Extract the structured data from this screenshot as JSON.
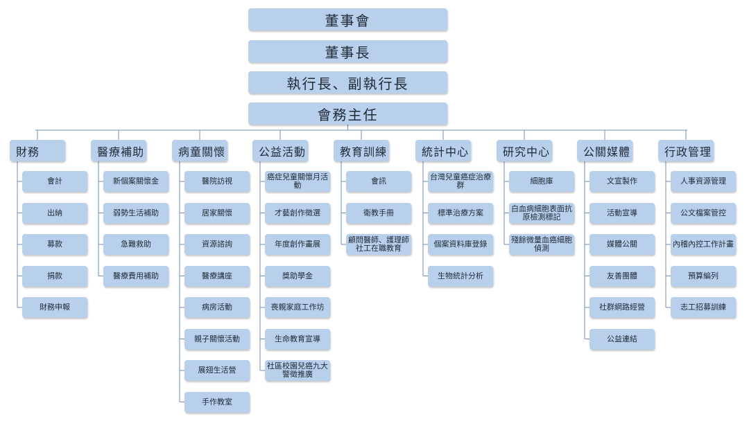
{
  "top_levels": [
    "董事會",
    "董事長",
    "執行長、副執行長",
    "會務主任"
  ],
  "departments": [
    {
      "name": "財務",
      "items": [
        "會計",
        "出納",
        "募款",
        "捐款",
        "財務申報"
      ]
    },
    {
      "name": "醫療補助",
      "items": [
        "新個案關懷金",
        "弱勢生活補助",
        "急難救助",
        "醫療費用補助"
      ]
    },
    {
      "name": "病童關懷",
      "items": [
        "醫院訪視",
        "居家關懷",
        "資源諮詢",
        "醫療講座",
        "病房活動",
        "親子關懷活動",
        "展翅生活營",
        "手作教室"
      ]
    },
    {
      "name": "公益活動",
      "items": [
        "癌症兒童關懷月活動",
        "才藝創作徵選",
        "年度創作畫展",
        "獎助學金",
        "喪親家庭工作坊",
        "生命教育宣導",
        "社區校園兒癌九大警徵推廣"
      ]
    },
    {
      "name": "教育訓練",
      "items": [
        "會訊",
        "衛教手冊",
        "顧問醫師、護理師社工在職教育"
      ]
    },
    {
      "name": "統計中心",
      "items": [
        "台灣兒童癌症治療群",
        "標準治療方案",
        "個案資料庫登錄",
        "生物統計分析"
      ]
    },
    {
      "name": "研究中心",
      "items": [
        "細胞庫",
        "白血病細胞表面抗原檢測標記",
        "殘餘微量血癌細胞偵測"
      ]
    },
    {
      "name": "公關媒體",
      "items": [
        "文宣製作",
        "活動宣導",
        "媒體公關",
        "友善團體",
        "社群網路經營",
        "公益連結"
      ]
    },
    {
      "name": "行政管理",
      "items": [
        "人事資源管理",
        "公文檔案管控",
        "內稽內控工作計畫",
        "預算編列",
        "志工招募訓練"
      ]
    }
  ],
  "colors": {
    "box_fill": "#b8d0ec",
    "connector": "#6f8fb3"
  }
}
